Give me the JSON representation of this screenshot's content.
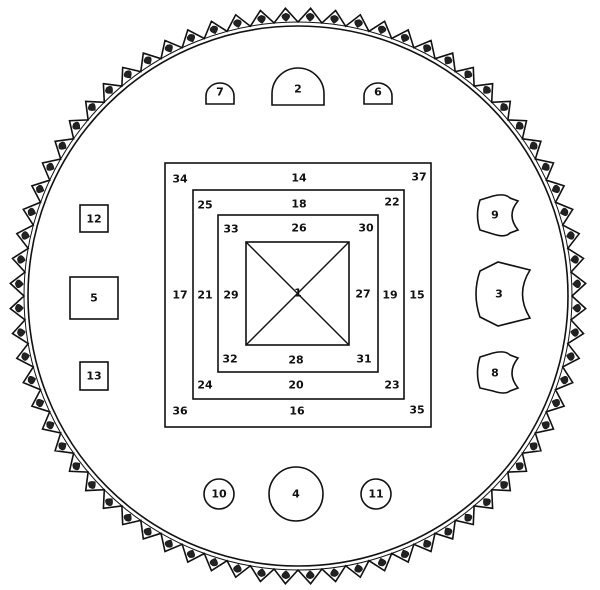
{
  "labels": {
    "n1": "1",
    "n2": "2",
    "n3": "3",
    "n4": "4",
    "n5": "5",
    "n6": "6",
    "n7": "7",
    "n8": "8",
    "n9": "9",
    "n10": "10",
    "n11": "11",
    "n12": "12",
    "n13": "13",
    "n14": "14",
    "n15": "15",
    "n16": "16",
    "n17": "17",
    "n18": "18",
    "n19": "19",
    "n20": "20",
    "n21": "21",
    "n22": "22",
    "n23": "23",
    "n24": "24",
    "n25": "25",
    "n26": "26",
    "n27": "27",
    "n28": "28",
    "n29": "29",
    "n30": "30",
    "n31": "31",
    "n32": "32",
    "n33": "33",
    "n34": "34",
    "n35": "35",
    "n36": "36",
    "n37": "37"
  },
  "colors": {
    "ink": "#111111",
    "paper": "#ffffff"
  }
}
